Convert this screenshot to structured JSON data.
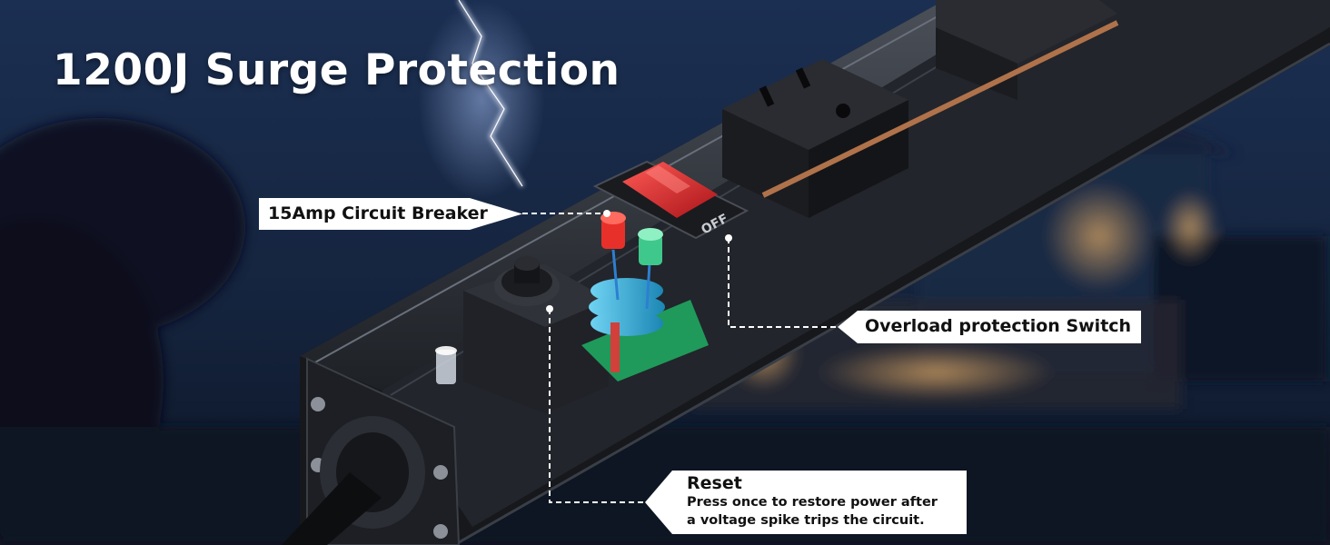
{
  "headline": "1200J Surge Protection",
  "switch_marking": "OFF",
  "callouts": {
    "breaker": "15Amp Circuit Breaker",
    "overload": "Overload protection Switch",
    "reset": {
      "title": "Reset",
      "line1": "Press once to restore power after",
      "line2": "a voltage spike trips the circuit."
    }
  },
  "colors": {
    "sky": "#17294a",
    "housing": "#1b1d22",
    "rocker": "#d2222a",
    "led_red": "#e8302a",
    "led_green": "#3fc88c",
    "coil": "#2fb0d8",
    "pcb": "#1f9a5a",
    "copper": "#b0724a",
    "callout_bg": "#ffffff",
    "callout_text": "#111111"
  },
  "icons": [
    "lightning-bolt",
    "circuit-breaker-led",
    "rocker-switch",
    "reset-button",
    "power-outlet"
  ]
}
